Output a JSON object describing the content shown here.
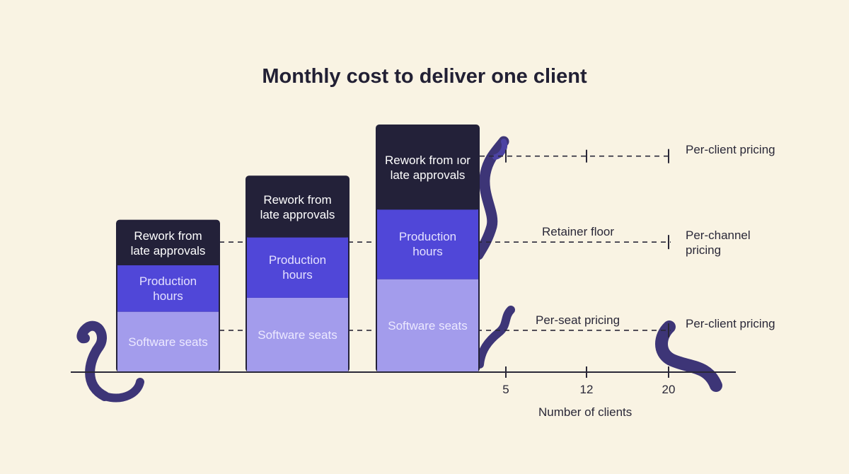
{
  "colors": {
    "background": "#f9f3e3",
    "rework": "#232139",
    "production": "#5047d8",
    "software": "#a39cec",
    "software_text": "#ece9ff",
    "rework_text": "#ffffff",
    "production_text": "#e4e1ff",
    "ink": "#222034",
    "tentacle": "#3d3577"
  },
  "chart_data": {
    "type": "bar",
    "stacked": true,
    "title": "Monthly cost to deliver one client",
    "xlabel": "Number of clients",
    "x_ticks": [
      "5",
      "12",
      "20"
    ],
    "series": [
      {
        "name": "Software seats",
        "color": "#a39cec",
        "values": [
          2.6,
          3.2,
          4.0
        ]
      },
      {
        "name": "Production hours",
        "color": "#5047d8",
        "values": [
          2.0,
          2.6,
          3.0
        ]
      },
      {
        "name": "Rework from late approvals",
        "color": "#232139",
        "values": [
          1.9,
          2.6,
          3.6
        ]
      }
    ],
    "segment_labels": [
      [
        "Software seats",
        "Production hours",
        "Rework from late approvals"
      ],
      [
        "Software seats",
        "Production hours",
        "Rework from late approvals"
      ],
      [
        "Software seats",
        "Production hours",
        "Rework from ıor late approvals"
      ]
    ],
    "reference_lines": [
      {
        "label": "Per-seat pricing",
        "value": 1.8,
        "right_label": "Per-client pricing"
      },
      {
        "label": "Retainer floor",
        "value": 5.6,
        "right_label": "Per-channel pricing"
      },
      {
        "label": "",
        "value": 9.3,
        "right_label": "Per-client pricing"
      }
    ],
    "ylim": [
      0,
      10.6
    ],
    "grid": false
  }
}
